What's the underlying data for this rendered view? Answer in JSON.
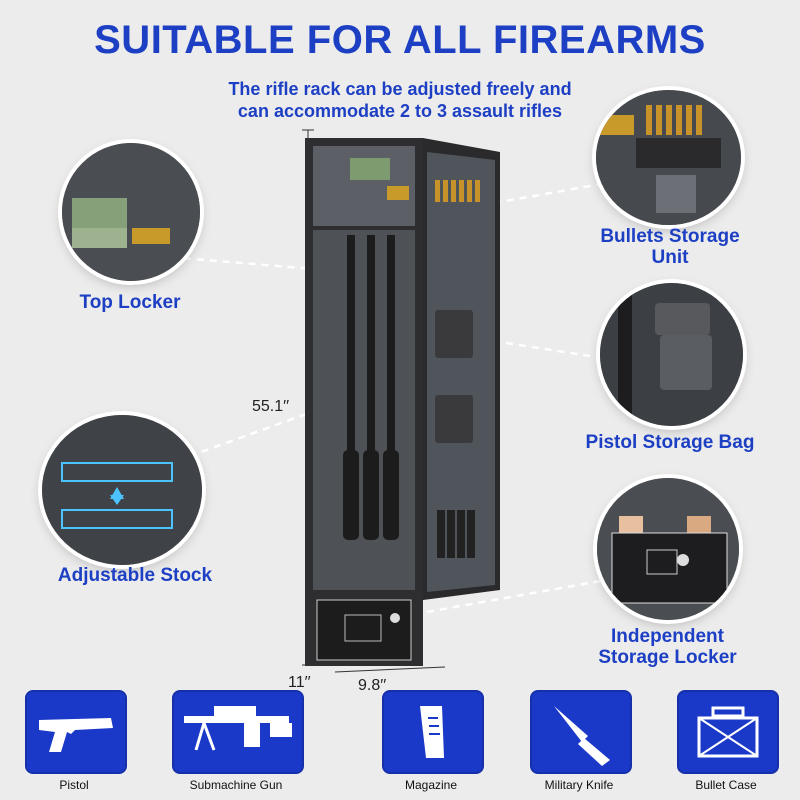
{
  "headline": "SUITABLE FOR ALL FIREARMS",
  "subheadline_line1": "The rifle rack can be adjusted freely and",
  "subheadline_line2": "can accommodate 2 to 3 assault rifles",
  "callouts": {
    "top_locker": "Top Locker",
    "adjustable_stock": "Adjustable Stock",
    "bullets_line1": "Bullets Storage",
    "bullets_line2": "Unit",
    "pistol_bag": "Pistol Storage Bag",
    "locker_line1": "Independent",
    "locker_line2": "Storage Locker"
  },
  "dimensions": {
    "height": "55.1′′",
    "depth": "11′′",
    "width": "9.8′′"
  },
  "items": [
    {
      "label": "Pistol",
      "icon": "pistol-icon"
    },
    {
      "label": "Submachine Gun",
      "icon": "submachine-gun-icon"
    },
    {
      "label": "Magazine",
      "icon": "magazine-icon"
    },
    {
      "label": "Military Knife",
      "icon": "military-knife-icon"
    },
    {
      "label": "Bullet Case",
      "icon": "bullet-case-icon"
    }
  ],
  "colors": {
    "accent": "#1d3fc4",
    "tile": "#1b39c8",
    "background": "#ececec"
  }
}
